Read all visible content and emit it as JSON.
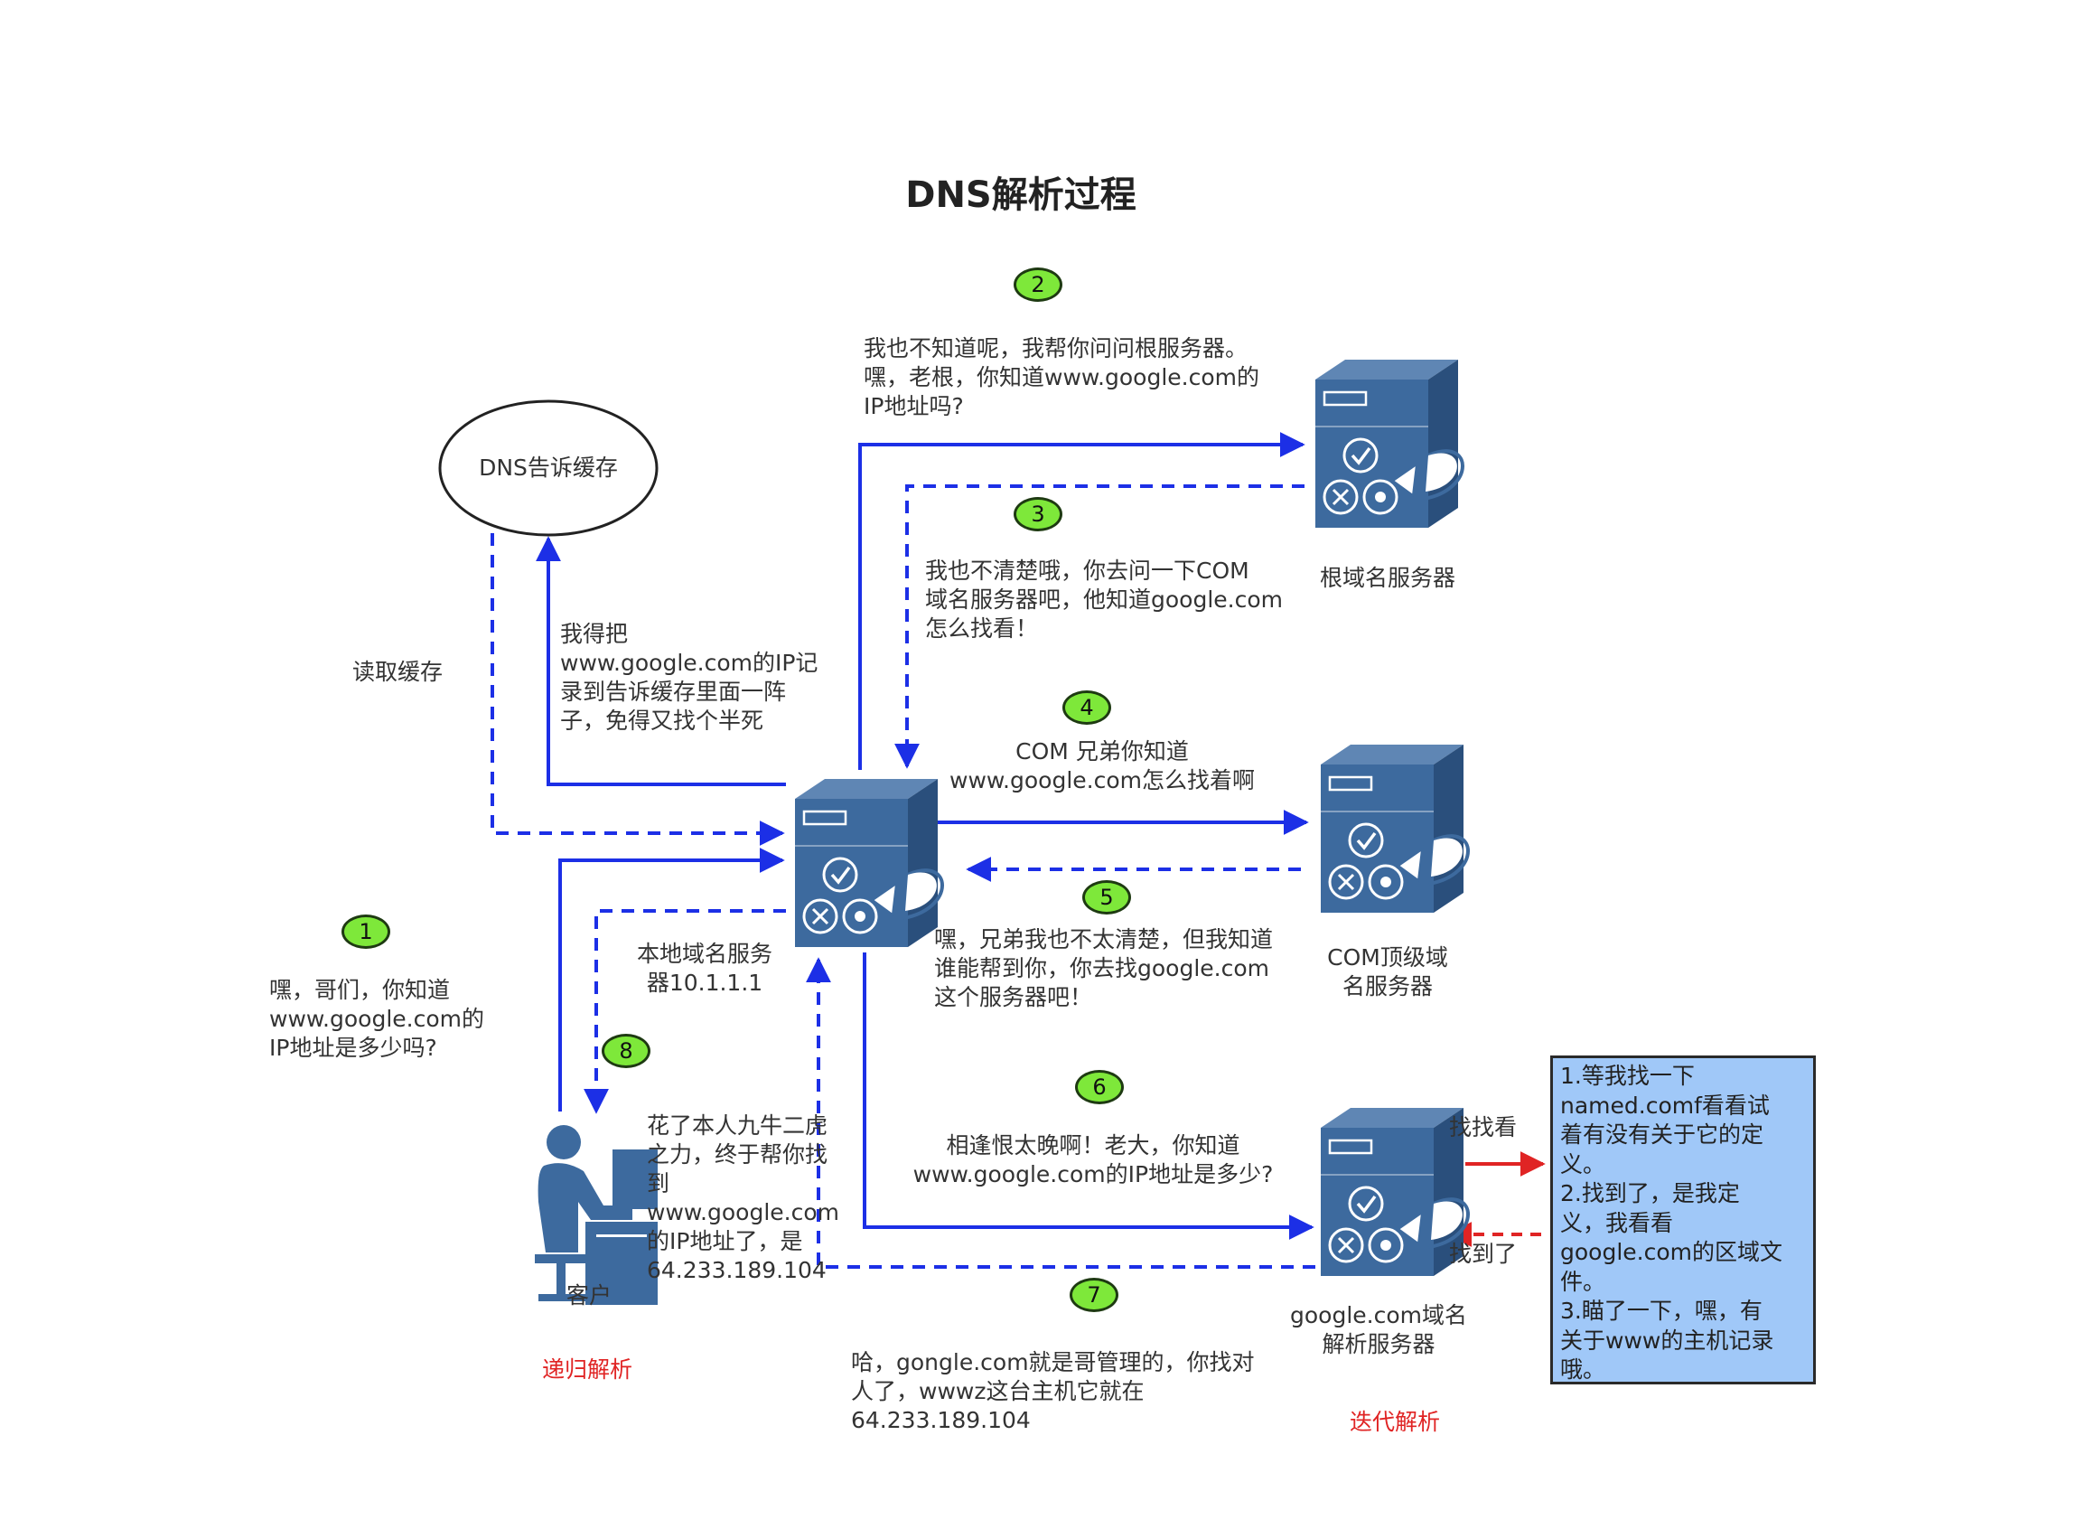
{
  "title": "DNS解析过程",
  "cache": {
    "label": "DNS告诉缓存",
    "read_label": "读取缓存",
    "write_text": "我得把\nwww.google.com的IP记\n录到告诉缓存里面一阵\n子，免得又找个半死"
  },
  "client": {
    "label": "客户",
    "question": "嘿，哥们，你知道\nwww.google.com的\nIP地址是多少吗?",
    "answer": "花了本人九牛二虎\n之力，终于帮你找\n到\nwww.google.com\n的IP地址了，是\n64.233.189.104"
  },
  "local_server": {
    "label": "本地域名服务\n器10.1.1.1"
  },
  "root_server": {
    "label": "根域名服务器"
  },
  "com_server": {
    "label": "COM顶级域\n名服务器"
  },
  "google_server": {
    "label": "google.com域名\n解析服务器"
  },
  "steps": [
    {
      "num": "1"
    },
    {
      "num": "2",
      "text": "我也不知道呢，我帮你问问根服务器。\n嘿，老根，你知道www.google.com的\nIP地址吗?"
    },
    {
      "num": "3",
      "text": "我也不清楚哦，你去问一下COM\n域名服务器吧，他知道google.com\n怎么找看！"
    },
    {
      "num": "4",
      "text": "COM 兄弟你知道\nwww.google.com怎么找着啊"
    },
    {
      "num": "5",
      "text": "嘿，兄弟我也不太清楚，但我知道\n谁能帮到你，你去找google.com\n这个服务器吧！"
    },
    {
      "num": "6",
      "text": "相逢恨太晚啊！老大，你知道\nwww.google.com的IP地址是多少?"
    },
    {
      "num": "7",
      "text": "哈，gongle.com就是哥管理的，你找对\n人了，wwwz这台主机它就在\n64.233.189.104"
    },
    {
      "num": "8"
    }
  ],
  "lookup": {
    "find_label": "找找看",
    "found_label": "找到了"
  },
  "note": "1.等我找一下\nnamed.comf看看试\n着有没有关于它的定\n义。\n2.找到了，是我定\n义，我看看\ngoogle.com的区域文\n件。\n3.瞄了一下，嘿，有\n关于www的主机记录\n哦。",
  "recursive_label": "递归解析",
  "iterative_label": "迭代解析",
  "colors": {
    "arrow": "#1c2fe6",
    "red_arrow": "#e02424",
    "server": "#3d6a9e",
    "badge": "#7ee83a",
    "note_bg": "#a0c8f8"
  }
}
